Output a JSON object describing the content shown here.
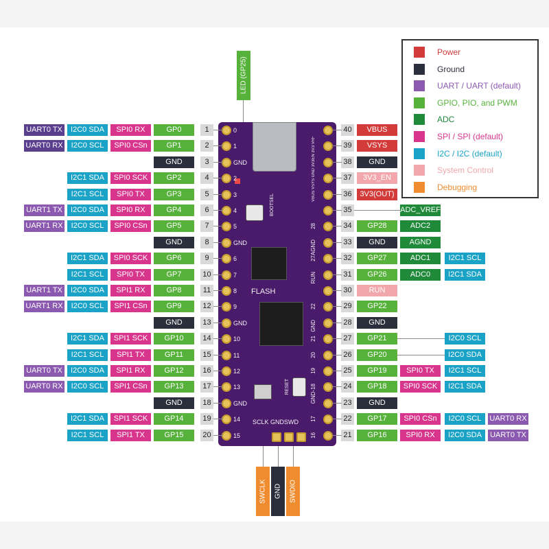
{
  "colors": {
    "power": "#d33a3a",
    "ground": "#2b2e3b",
    "uart": "#8c59b0",
    "uart_dark": "#5b3f8f",
    "gpio": "#56b23b",
    "adc": "#1f8a3a",
    "spi": "#d8358d",
    "i2c": "#1aa3c7",
    "system": "#f2a7ad",
    "debug": "#ee8c2f"
  },
  "legend": [
    {
      "label": "Power",
      "color": "power"
    },
    {
      "label": "Ground",
      "color": "ground"
    },
    {
      "label": "UART / UART (default)",
      "color": "uart"
    },
    {
      "label": "GPIO, PIO, and PWM",
      "color": "gpio"
    },
    {
      "label": "ADC",
      "color": "adc"
    },
    {
      "label": "SPI / SPI (default)",
      "color": "spi"
    },
    {
      "label": "I2C / I2C (default)",
      "color": "i2c"
    },
    {
      "label": "System Control",
      "color": "system"
    },
    {
      "label": "Debugging",
      "color": "debug"
    }
  ],
  "led_label": "LED (GP25)",
  "left_pins": [
    {
      "pin": "1",
      "labels": [
        {
          "t": "UART0 TX",
          "c": "uart_dark"
        },
        {
          "t": "I2C0 SDA",
          "c": "i2c"
        },
        {
          "t": "SPI0 RX",
          "c": "spi"
        },
        {
          "t": "GP0",
          "c": "gpio"
        }
      ]
    },
    {
      "pin": "2",
      "labels": [
        {
          "t": "UART0 RX",
          "c": "uart_dark"
        },
        {
          "t": "I2C0 SCL",
          "c": "i2c"
        },
        {
          "t": "SPI0 CSn",
          "c": "spi"
        },
        {
          "t": "GP1",
          "c": "gpio"
        }
      ]
    },
    {
      "pin": "3",
      "labels": [
        {
          "t": "GND",
          "c": "ground"
        }
      ]
    },
    {
      "pin": "4",
      "labels": [
        {
          "t": "I2C1 SDA",
          "c": "i2c"
        },
        {
          "t": "SPI0 SCK",
          "c": "spi"
        },
        {
          "t": "GP2",
          "c": "gpio"
        }
      ]
    },
    {
      "pin": "5",
      "labels": [
        {
          "t": "I2C1 SCL",
          "c": "i2c"
        },
        {
          "t": "SPI0 TX",
          "c": "spi"
        },
        {
          "t": "GP3",
          "c": "gpio"
        }
      ]
    },
    {
      "pin": "6",
      "labels": [
        {
          "t": "UART1 TX",
          "c": "uart"
        },
        {
          "t": "I2C0 SDA",
          "c": "i2c"
        },
        {
          "t": "SPI0 RX",
          "c": "spi"
        },
        {
          "t": "GP4",
          "c": "gpio"
        }
      ]
    },
    {
      "pin": "7",
      "labels": [
        {
          "t": "UART1 RX",
          "c": "uart"
        },
        {
          "t": "I2C0 SCL",
          "c": "i2c"
        },
        {
          "t": "SPI0 CSn",
          "c": "spi"
        },
        {
          "t": "GP5",
          "c": "gpio"
        }
      ]
    },
    {
      "pin": "8",
      "labels": [
        {
          "t": "GND",
          "c": "ground"
        }
      ]
    },
    {
      "pin": "9",
      "labels": [
        {
          "t": "I2C1 SDA",
          "c": "i2c"
        },
        {
          "t": "SPI0 SCK",
          "c": "spi"
        },
        {
          "t": "GP6",
          "c": "gpio"
        }
      ]
    },
    {
      "pin": "10",
      "labels": [
        {
          "t": "I2C1 SCL",
          "c": "i2c"
        },
        {
          "t": "SPI0 TX",
          "c": "spi"
        },
        {
          "t": "GP7",
          "c": "gpio"
        }
      ]
    },
    {
      "pin": "11",
      "labels": [
        {
          "t": "UART1 TX",
          "c": "uart"
        },
        {
          "t": "I2C0 SDA",
          "c": "i2c"
        },
        {
          "t": "SPI1 RX",
          "c": "spi"
        },
        {
          "t": "GP8",
          "c": "gpio"
        }
      ]
    },
    {
      "pin": "12",
      "labels": [
        {
          "t": "UART1 RX",
          "c": "uart"
        },
        {
          "t": "I2C0 SCL",
          "c": "i2c"
        },
        {
          "t": "SPI1 CSn",
          "c": "spi"
        },
        {
          "t": "GP9",
          "c": "gpio"
        }
      ]
    },
    {
      "pin": "13",
      "labels": [
        {
          "t": "GND",
          "c": "ground"
        }
      ]
    },
    {
      "pin": "14",
      "labels": [
        {
          "t": "I2C1 SDA",
          "c": "i2c"
        },
        {
          "t": "SPI1 SCK",
          "c": "spi"
        },
        {
          "t": "GP10",
          "c": "gpio"
        }
      ]
    },
    {
      "pin": "15",
      "labels": [
        {
          "t": "I2C1 SCL",
          "c": "i2c"
        },
        {
          "t": "SPI1 TX",
          "c": "spi"
        },
        {
          "t": "GP11",
          "c": "gpio"
        }
      ]
    },
    {
      "pin": "16",
      "labels": [
        {
          "t": "UART0 TX",
          "c": "uart"
        },
        {
          "t": "I2C0 SDA",
          "c": "i2c"
        },
        {
          "t": "SPI1 RX",
          "c": "spi"
        },
        {
          "t": "GP12",
          "c": "gpio"
        }
      ]
    },
    {
      "pin": "17",
      "labels": [
        {
          "t": "UART0 RX",
          "c": "uart"
        },
        {
          "t": "I2C0 SCL",
          "c": "i2c"
        },
        {
          "t": "SPI1 CSn",
          "c": "spi"
        },
        {
          "t": "GP13",
          "c": "gpio"
        }
      ]
    },
    {
      "pin": "18",
      "labels": [
        {
          "t": "GND",
          "c": "ground"
        }
      ]
    },
    {
      "pin": "19",
      "labels": [
        {
          "t": "I2C1 SDA",
          "c": "i2c"
        },
        {
          "t": "SPI1 SCK",
          "c": "spi"
        },
        {
          "t": "GP14",
          "c": "gpio"
        }
      ]
    },
    {
      "pin": "20",
      "labels": [
        {
          "t": "I2C1 SCL",
          "c": "i2c"
        },
        {
          "t": "SPI1 TX",
          "c": "spi"
        },
        {
          "t": "GP15",
          "c": "gpio"
        }
      ]
    }
  ],
  "right_pins": [
    {
      "pin": "40",
      "labels": [
        {
          "t": "VBUS",
          "c": "power"
        }
      ]
    },
    {
      "pin": "39",
      "labels": [
        {
          "t": "VSYS",
          "c": "power"
        }
      ]
    },
    {
      "pin": "38",
      "labels": [
        {
          "t": "GND",
          "c": "ground"
        }
      ]
    },
    {
      "pin": "37",
      "labels": [
        {
          "t": "3V3_EN",
          "c": "system"
        }
      ]
    },
    {
      "pin": "36",
      "labels": [
        {
          "t": "3V3(OUT)",
          "c": "power"
        }
      ]
    },
    {
      "pin": "35",
      "labels": [
        {
          "t": "ADC_VREF",
          "c": "adc"
        }
      ]
    },
    {
      "pin": "34",
      "labels": [
        {
          "t": "GP28",
          "c": "gpio"
        },
        {
          "t": "ADC2",
          "c": "adc"
        }
      ]
    },
    {
      "pin": "33",
      "labels": [
        {
          "t": "GND",
          "c": "ground"
        },
        {
          "t": "AGND",
          "c": "adc"
        }
      ]
    },
    {
      "pin": "32",
      "labels": [
        {
          "t": "GP27",
          "c": "gpio"
        },
        {
          "t": "ADC1",
          "c": "adc"
        },
        {
          "t": "I2C1 SCL",
          "c": "i2c"
        }
      ]
    },
    {
      "pin": "31",
      "labels": [
        {
          "t": "GP26",
          "c": "gpio"
        },
        {
          "t": "ADC0",
          "c": "adc"
        },
        {
          "t": "I2C1 SDA",
          "c": "i2c"
        }
      ]
    },
    {
      "pin": "30",
      "labels": [
        {
          "t": "RUN",
          "c": "system"
        }
      ]
    },
    {
      "pin": "29",
      "labels": [
        {
          "t": "GP22",
          "c": "gpio"
        }
      ]
    },
    {
      "pin": "28",
      "labels": [
        {
          "t": "GND",
          "c": "ground"
        }
      ]
    },
    {
      "pin": "27",
      "labels": [
        {
          "t": "GP21",
          "c": "gpio"
        },
        {
          "t": "",
          "c": ""
        },
        {
          "t": "I2C0 SCL",
          "c": "i2c"
        }
      ]
    },
    {
      "pin": "26",
      "labels": [
        {
          "t": "GP20",
          "c": "gpio"
        },
        {
          "t": "",
          "c": ""
        },
        {
          "t": "I2C0 SDA",
          "c": "i2c"
        }
      ]
    },
    {
      "pin": "25",
      "labels": [
        {
          "t": "GP19",
          "c": "gpio"
        },
        {
          "t": "SPI0 TX",
          "c": "spi"
        },
        {
          "t": "I2C1 SCL",
          "c": "i2c"
        }
      ]
    },
    {
      "pin": "24",
      "labels": [
        {
          "t": "GP18",
          "c": "gpio"
        },
        {
          "t": "SPI0 SCK",
          "c": "spi"
        },
        {
          "t": "I2C1 SDA",
          "c": "i2c"
        }
      ]
    },
    {
      "pin": "23",
      "labels": [
        {
          "t": "GND",
          "c": "ground"
        }
      ]
    },
    {
      "pin": "22",
      "labels": [
        {
          "t": "GP17",
          "c": "gpio"
        },
        {
          "t": "SPI0 CSn",
          "c": "spi"
        },
        {
          "t": "I2C0 SCL",
          "c": "i2c"
        },
        {
          "t": "UART0 RX",
          "c": "uart"
        }
      ]
    },
    {
      "pin": "21",
      "labels": [
        {
          "t": "GP16",
          "c": "gpio"
        },
        {
          "t": "SPI0 RX",
          "c": "spi"
        },
        {
          "t": "I2C0 SDA",
          "c": "i2c"
        },
        {
          "t": "UART0 TX",
          "c": "uart"
        }
      ]
    }
  ],
  "debug_labels": [
    {
      "t": "SWCLK",
      "c": "debug"
    },
    {
      "t": "GND",
      "c": "ground"
    },
    {
      "t": "SWDIO",
      "c": "debug"
    }
  ],
  "board": {
    "left_silk": [
      "0",
      "1",
      "GND",
      "2",
      "3",
      "4",
      "5",
      "GND",
      "6",
      "7",
      "8",
      "9",
      "GND",
      "10",
      "11",
      "12",
      "13",
      "GND",
      "14",
      "15"
    ],
    "right_silk": [
      "",
      "",
      "",
      "",
      "",
      "",
      "28",
      "AGND",
      "27",
      "RUN",
      "",
      "22",
      "GND",
      "21",
      "20",
      "19",
      "GND-18",
      "",
      "17",
      "16"
    ],
    "flash": "FLASH",
    "bootsel": "BOOTSEL",
    "reset": "RESET",
    "debug_silk": "SCLK GNDSWD",
    "top_right_silk": "VBUS VSYS GND 3V3EN 3V3 VRF"
  }
}
